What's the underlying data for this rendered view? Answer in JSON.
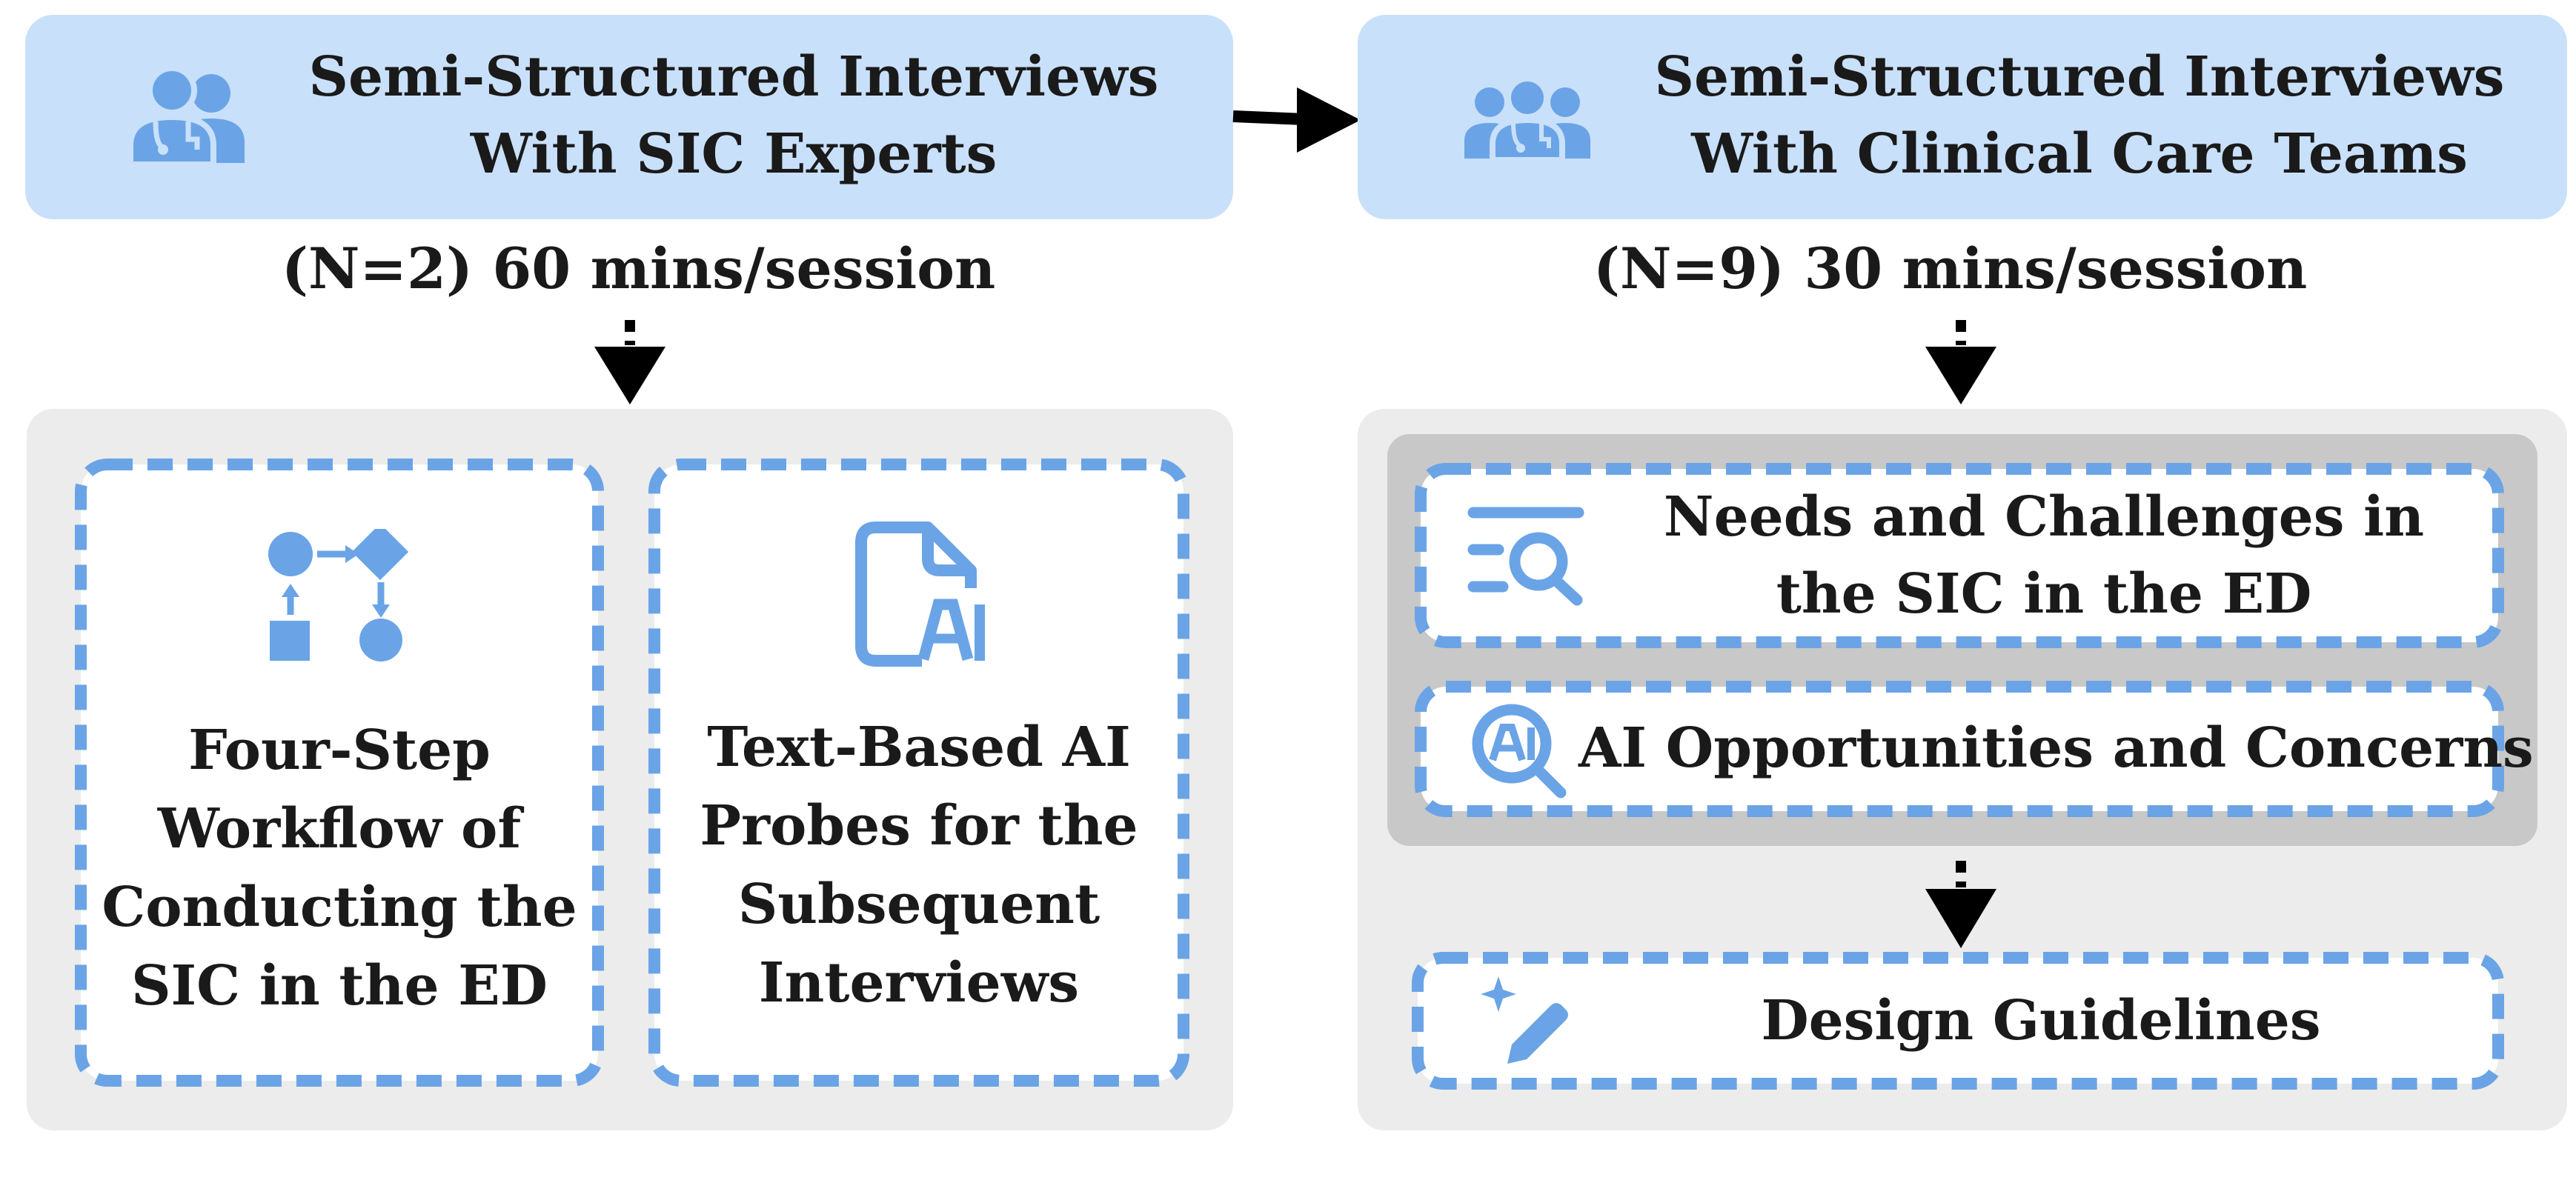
{
  "stages": [
    {
      "header": {
        "line1": "Semi-Structured Interviews",
        "line2": "With SIC Experts",
        "icon": "medical-team-icon"
      },
      "session_label": "(N=2) 60 mins/session",
      "cards": [
        {
          "lines": [
            "Four-Step",
            "Workflow of",
            "Conducting the",
            "SIC in the ED"
          ],
          "icon": "workflow-icon"
        },
        {
          "lines": [
            "Text-Based AI",
            "Probes for the",
            "Subsequent",
            "Interviews"
          ],
          "icon": "ai-file-icon"
        }
      ]
    },
    {
      "header": {
        "line1": "Semi-Structured Interviews",
        "line2": "With Clinical Care Teams",
        "icon": "medical-team-icon"
      },
      "session_label": "(N=9) 30 mins/session",
      "findings": [
        {
          "lines": [
            "Needs and Challenges in",
            "the SIC in the ED"
          ],
          "icon": "search-list-icon"
        },
        {
          "lines": [
            "AI Opportunities and Concerns"
          ],
          "icon": "ai-search-icon"
        }
      ],
      "output": {
        "label": "Design Guidelines",
        "icon": "magic-pen-icon"
      }
    }
  ],
  "colors": {
    "header_fill": "#c9e0fa",
    "dash_blue": "#6aa4e6",
    "icon_blue": "#6aa4e6",
    "panel_gray": "#ececec",
    "inner_gray": "#c8c8c8",
    "arrow": "#000000"
  }
}
